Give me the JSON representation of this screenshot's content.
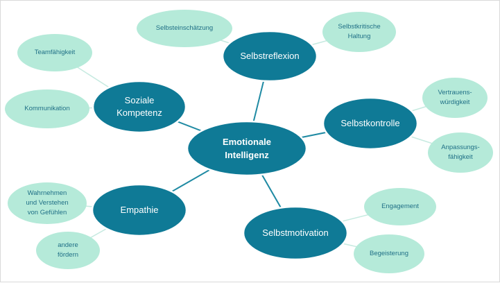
{
  "colors": {
    "main_fill": "#0f7a96",
    "main_stroke": "#ffffff",
    "leaf_fill": "#b5ead9",
    "leaf_text": "#1f6f86",
    "edge_main": "#1f8aa3",
    "edge_leaf": "#c6eae0"
  },
  "center": {
    "label": "Emotionale\nIntelligenz"
  },
  "branches": {
    "selbstreflexion": {
      "label": "Selbstreflexion",
      "leaves": [
        "Selbsteinschätzung",
        "Selbstkritische\nHaltung"
      ]
    },
    "soziale_kompetenz": {
      "label": "Soziale\nKompetenz",
      "leaves": [
        "Teamfähigkeit",
        "Kommunikation"
      ]
    },
    "selbstkontrolle": {
      "label": "Selbstkontrolle",
      "leaves": [
        "Vertrauens-\nwürdigkeit",
        "Anpassungs-\nfähigkeit"
      ]
    },
    "empathie": {
      "label": "Empathie",
      "leaves": [
        "Wahrnehmen\nund Verstehen\nvon Gefühlen",
        "andere\nfördern"
      ]
    },
    "selbstmotivation": {
      "label": "Selbstmotivation",
      "leaves": [
        "Engagement",
        "Begeisterung"
      ]
    }
  }
}
